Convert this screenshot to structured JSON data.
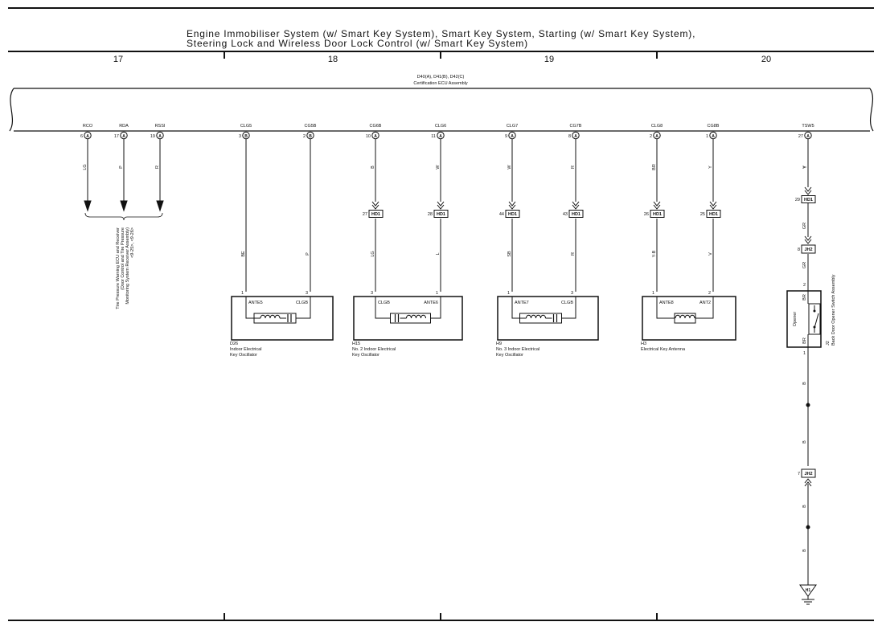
{
  "title": {
    "line1": "Engine Immobiliser System (w/ Smart Key System),  Smart Key System,  Starting (w/ Smart Key System),",
    "line2": "Steering Lock and Wireless Door Lock Control (w/ Smart Key System)"
  },
  "columns": [
    "17",
    "18",
    "19",
    "20"
  ],
  "ecu": {
    "code": "D40(A), D41(B), D42(C)",
    "name": "Certification ECU Assembly"
  },
  "pins": [
    {
      "name": "RCO",
      "num": "6",
      "conn": "A"
    },
    {
      "name": "RDA",
      "num": "17",
      "conn": "A"
    },
    {
      "name": "RSSI",
      "num": "19",
      "conn": "A"
    },
    {
      "name": "CLG5",
      "num": "3",
      "conn": "B"
    },
    {
      "name": "CG5B",
      "num": "2",
      "conn": "B"
    },
    {
      "name": "CG6B",
      "num": "10",
      "conn": "A"
    },
    {
      "name": "CLG6",
      "num": "11",
      "conn": "A"
    },
    {
      "name": "CLG7",
      "num": "9",
      "conn": "A"
    },
    {
      "name": "CG7B",
      "num": "8",
      "conn": "A"
    },
    {
      "name": "CLG8",
      "num": "2",
      "conn": "A"
    },
    {
      "name": "CG8B",
      "num": "1",
      "conn": "A"
    },
    {
      "name": "TSW5",
      "num": "27",
      "conn": "A"
    }
  ],
  "upper_wire_colors": [
    "LG",
    "P",
    "R",
    "B",
    "W",
    "W",
    "R",
    "BR",
    "Y",
    "Y"
  ],
  "hd1_connectors": [
    {
      "num": "27",
      "id": "HD1"
    },
    {
      "num": "28",
      "id": "HD1"
    },
    {
      "num": "44",
      "id": "HD1"
    },
    {
      "num": "43",
      "id": "HD1"
    },
    {
      "num": "26",
      "id": "HD1"
    },
    {
      "num": "25",
      "id": "HD1"
    },
    {
      "num": "29",
      "id": "HD1"
    }
  ],
  "lower_wire_colors": [
    "BE",
    "P",
    "LG",
    "L",
    "SB",
    "R",
    "Y-B",
    "V"
  ],
  "tpms_label": {
    "line1": "Tire Pressure Warning ECU and Receiver",
    "line2": "(Door Control and Tire Pressure",
    "line3": "Monitoring System Receiver Assembly)",
    "line4": "<9-25>, <9-26>"
  },
  "oscillators": [
    {
      "code": "D26",
      "name1": "Indoor Electrical",
      "name2": "Key Oscillator",
      "left_label": "ANTE5",
      "right_label": "CLGB",
      "left_pin": "1",
      "right_pin": "3"
    },
    {
      "code": "H15",
      "name1": "No. 2 Indoor Electrical",
      "name2": "Key Oscillator",
      "left_label": "CLGB",
      "right_label": "ANTE6",
      "left_pin": "3",
      "right_pin": "1"
    },
    {
      "code": "H9",
      "name1": "No. 3 Indoor Electrical",
      "name2": "Key Oscillator",
      "left_label": "ANTE7",
      "right_label": "CLGB",
      "left_pin": "1",
      "right_pin": "3"
    },
    {
      "code": "H3",
      "name1": "Electrical Key Antenna",
      "name2": "",
      "left_label": "ANTE8",
      "right_label": "ANT2",
      "left_pin": "1",
      "right_pin": "2"
    }
  ],
  "tsw5_chain": {
    "wire1": "Y",
    "wire2": "GR",
    "junction1": {
      "num": "8",
      "id": "JH2"
    },
    "wire3": "GR",
    "switch_pin_top": "2",
    "switch_pin_bottom": "1",
    "switch_label": "Opener",
    "br_top": "BR",
    "br_bottom": "BR",
    "assembly_code": "J2",
    "assembly_name": "Back Door Opener Switch Assembly",
    "wire_b": [
      "B",
      "B",
      "B",
      "B"
    ],
    "junction2": {
      "num": "7",
      "id": "JH2"
    },
    "ground": "H1"
  }
}
